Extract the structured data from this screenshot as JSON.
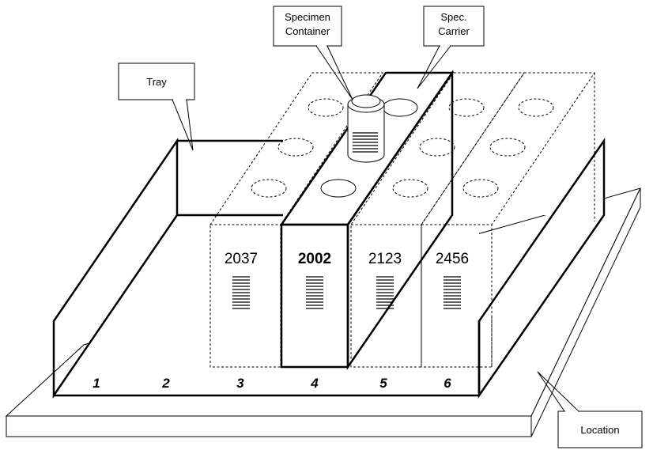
{
  "callouts": {
    "specimen_container_line1": "Specimen",
    "specimen_container_line2": "Container",
    "spec_carrier_line1": "Spec.",
    "spec_carrier_line2": "Carrier",
    "tray": "Tray",
    "location": "Location"
  },
  "carriers": {
    "c3_id": "2037",
    "c4_id": "2002",
    "c5_id": "2123",
    "c6_id": "2456"
  },
  "positions": [
    "1",
    "2",
    "3",
    "4",
    "5",
    "6"
  ],
  "colors": {
    "line": "#000000",
    "background": "#ffffff"
  }
}
